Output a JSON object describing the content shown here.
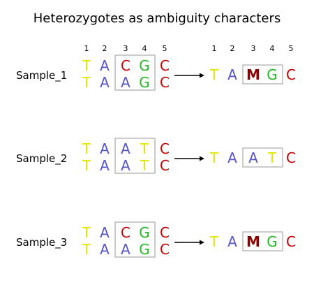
{
  "title": "Heterozygotes as ambiguity characters",
  "column_numbers": [
    "1",
    "2",
    "3",
    "4",
    "5"
  ],
  "colors": {
    "T": "#e6e600",
    "A": "#5555cc",
    "C": "#cc0000",
    "G": "#22bb22",
    "M": "#8b0000",
    "box": "#aaaaaa",
    "arrow": "#000000"
  },
  "samples": [
    {
      "name": "Sample_1",
      "allele_1": [
        "T",
        "A",
        "C",
        "G",
        "C"
      ],
      "allele_2": [
        "T",
        "A",
        "A",
        "G",
        "C"
      ],
      "consensus": [
        "T",
        "A",
        "M",
        "G",
        "C"
      ]
    },
    {
      "name": "Sample_2",
      "allele_1": [
        "T",
        "A",
        "A",
        "T",
        "C"
      ],
      "allele_2": [
        "T",
        "A",
        "A",
        "T",
        "C"
      ],
      "consensus": [
        "T",
        "A",
        "A",
        "T",
        "C"
      ]
    },
    {
      "name": "Sample_3",
      "allele_1": [
        "T",
        "A",
        "C",
        "G",
        "C"
      ],
      "allele_2": [
        "T",
        "A",
        "A",
        "G",
        "C"
      ],
      "consensus": [
        "T",
        "A",
        "M",
        "G",
        "C"
      ]
    }
  ]
}
